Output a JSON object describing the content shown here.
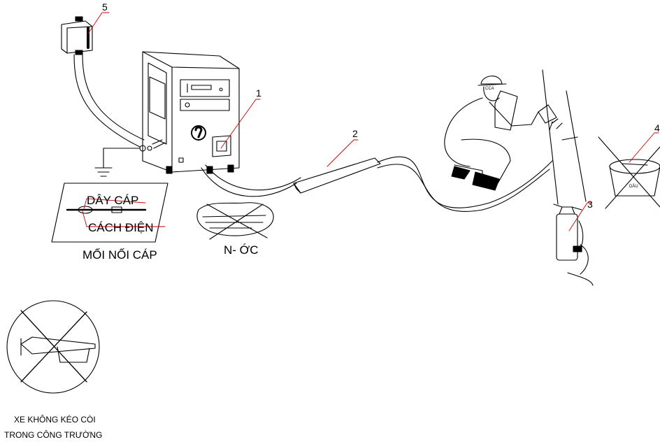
{
  "callouts": {
    "n1": "1",
    "n2": "2",
    "n3": "3",
    "n4": "4",
    "n5": "5"
  },
  "cable_panel": {
    "top_label": "DÂY CÁP",
    "bottom_label": "CÁCH ĐIỆN",
    "caption": "MỐI NỐI CÁP"
  },
  "water": {
    "label": "N- ỚC"
  },
  "oil_bucket": {
    "label": "DẦU"
  },
  "helmet": {
    "label": "CCA"
  },
  "horn_sign": {
    "line1": "XE KHÔNG KÉO CÒI",
    "line2": "TRONG CÔNG TRƯỜNG"
  },
  "colors": {
    "ink": "#000000",
    "leader": "#cc0000",
    "paper": "#ffffff"
  }
}
